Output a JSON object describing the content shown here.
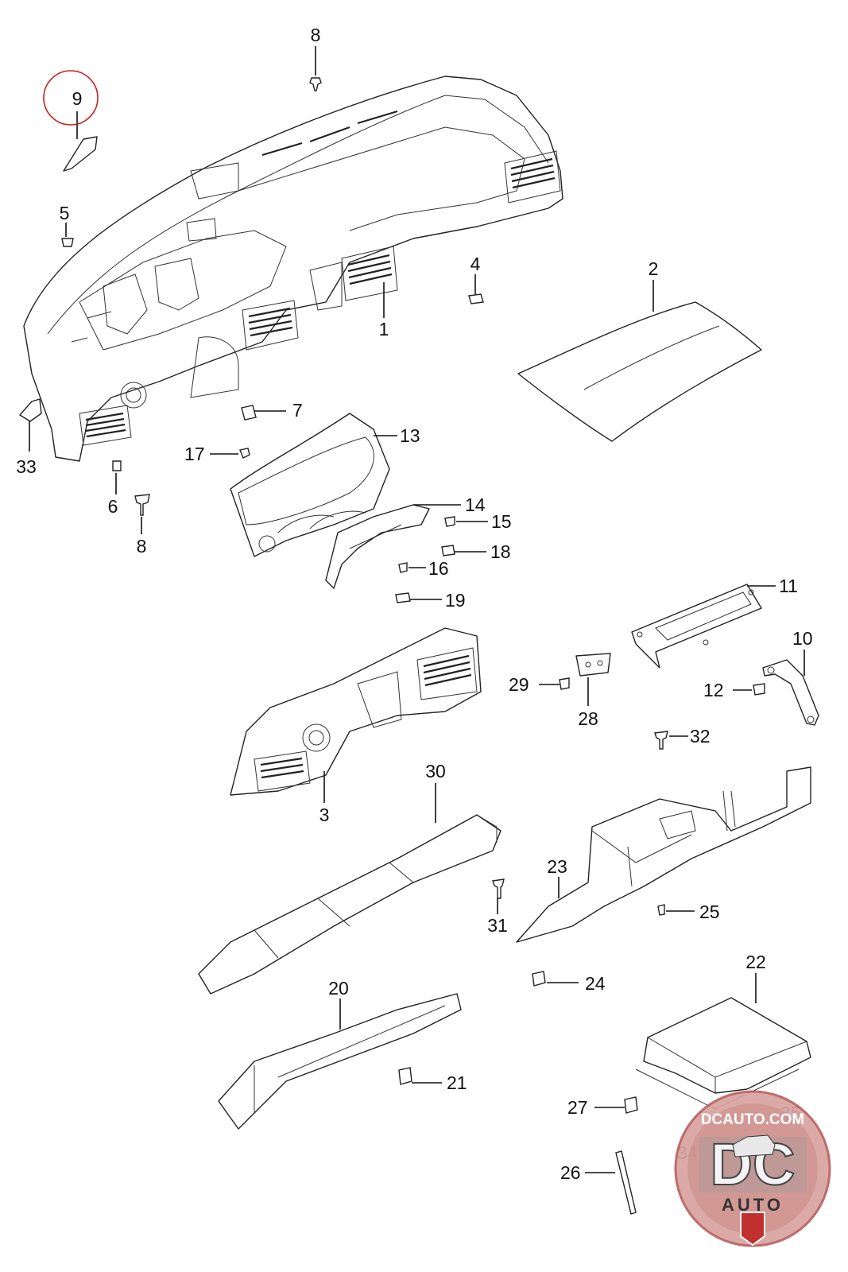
{
  "callouts": {
    "c1": "1",
    "c2": "2",
    "c3": "3",
    "c4": "4",
    "c5": "5",
    "c6": "6",
    "c7": "7",
    "c8a": "8",
    "c8b": "8",
    "c9": "9",
    "c10": "10",
    "c11": "11",
    "c12": "12",
    "c13": "13",
    "c14": "14",
    "c15": "15",
    "c16": "16",
    "c17": "17",
    "c18": "18",
    "c19": "19",
    "c20": "20",
    "c21": "21",
    "c22": "22",
    "c23": "23",
    "c24": "24",
    "c25": "25",
    "c26": "26",
    "c27": "27",
    "c28": "28",
    "c29": "29",
    "c30": "30",
    "c31": "31",
    "c32": "32",
    "c33": "33",
    "c34": "34",
    "c35": "35"
  },
  "highlighted_callout": "9",
  "logo": {
    "url_text": "DCAUTO.COM",
    "mark": "DC",
    "word": "AUTO"
  },
  "colors": {
    "highlight": "#cc1f1f",
    "logo_ring": "#b8605e",
    "logo_fill": "#d9a3a0"
  }
}
